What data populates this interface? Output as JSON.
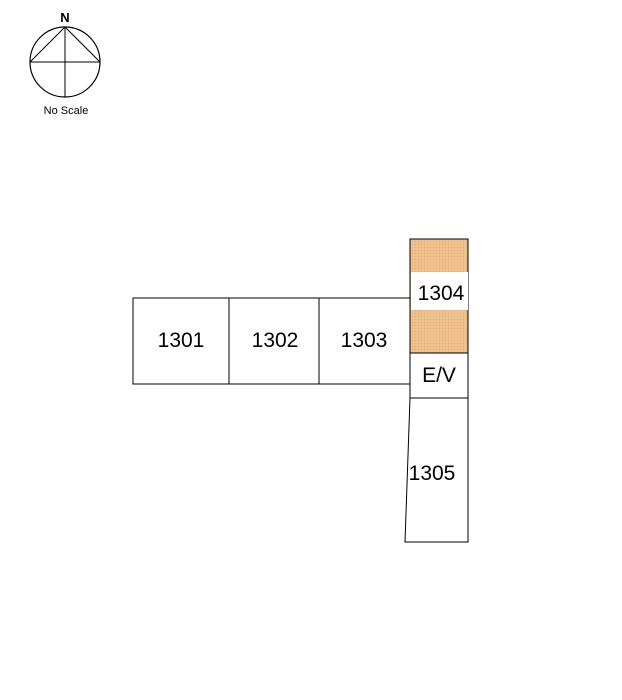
{
  "compass": {
    "north_label": "N",
    "scale_note": "No Scale"
  },
  "units": {
    "u1301": "1301",
    "u1302": "1302",
    "u1303": "1303",
    "u1304": "1304",
    "ev": "E/V",
    "u1305": "1305"
  },
  "colors": {
    "highlight": "#f0c28f",
    "highlight_dots": "#e0a86a",
    "line": "#000000"
  }
}
